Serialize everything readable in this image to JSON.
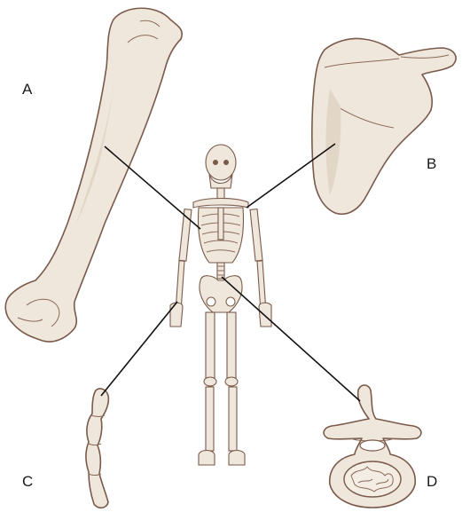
{
  "labels": {
    "a": "A",
    "b": "B",
    "c": "C",
    "d": "D"
  },
  "colors": {
    "bone_fill": "#efe7dc",
    "bone_outline": "#7a5a4a",
    "leader": "#111111"
  },
  "parts": {
    "a": "humerus-icon",
    "b": "scapula-icon",
    "c": "finger-bones-icon",
    "d": "vertebra-icon",
    "center": "skeleton-icon"
  }
}
